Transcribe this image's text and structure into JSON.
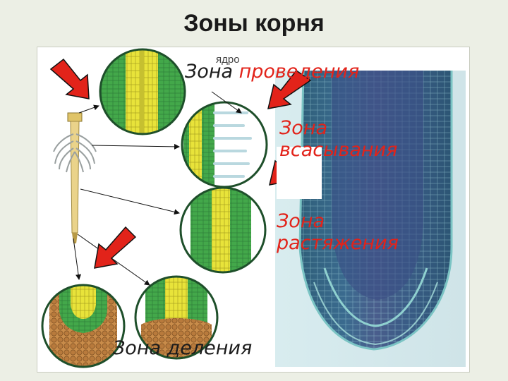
{
  "title": "Зоны корня",
  "labels": {
    "nucleus": "ядро",
    "conduction_word": "Зона",
    "conduction_red": "проведения",
    "absorption_line1": "Зона",
    "absorption_line2": "всасывания",
    "elongation_line1": "Зона",
    "elongation_line2": "растяжения",
    "division": "Зона деления"
  },
  "colors": {
    "accent_red": "#e2231a",
    "background": "#ecefe5",
    "micrograph_blue": "#2b4f78"
  }
}
